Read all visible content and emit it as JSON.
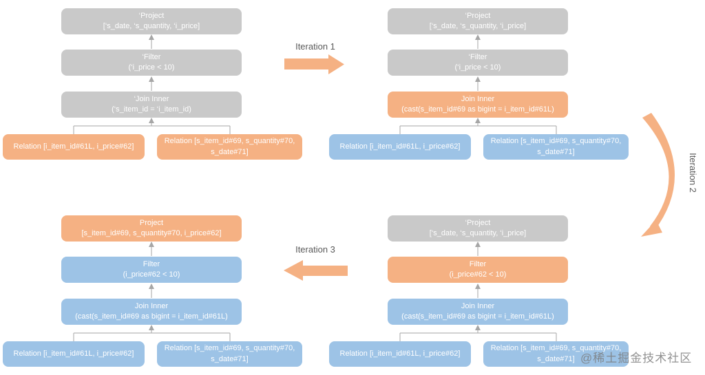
{
  "labels": {
    "iteration1": "Iteration 1",
    "iteration2": "Iteration 2",
    "iteration3": "Iteration 3"
  },
  "watermark": "@稀土掘金技术社区",
  "palette": {
    "unresolved_gray": "#c9c9c9",
    "changed_orange": "#f5b183",
    "resolved_blue": "#9dc3e6",
    "arrow_orange": "#f5b183",
    "connector_gray": "#a6a6a6",
    "label_gray": "#595959"
  },
  "trees": {
    "top_left": {
      "project": {
        "title": "‘Project",
        "detail": "[‘s_date, ‘s_quantity, ‘i_price]",
        "color": "#c9c9c9"
      },
      "filter": {
        "title": "‘Filter",
        "detail": "(‘i_price < 10)",
        "color": "#c9c9c9"
      },
      "join": {
        "title": "‘Join Inner",
        "detail": "(‘s_item_id = ‘i_item_id)",
        "color": "#c9c9c9"
      },
      "relation_left": {
        "text": "Relation [i_item_id#61L, i_price#62]",
        "color": "#f5b183"
      },
      "relation_right": {
        "text": "Relation [s_item_id#69, s_quantity#70, s_date#71]",
        "color": "#f5b183"
      }
    },
    "top_right": {
      "project": {
        "title": "‘Project",
        "detail": "[‘s_date, ‘s_quantity, ‘i_price]",
        "color": "#c9c9c9"
      },
      "filter": {
        "title": "‘Filter",
        "detail": "(‘i_price < 10)",
        "color": "#c9c9c9"
      },
      "join": {
        "title": "Join Inner",
        "detail": "(cast(s_item_id#69 as bigint  = i_item_id#61L)",
        "color": "#f5b183"
      },
      "relation_left": {
        "text": "Relation [i_item_id#61L, i_price#62]",
        "color": "#9dc3e6"
      },
      "relation_right": {
        "text": "Relation [s_item_id#69, s_quantity#70, s_date#71]",
        "color": "#9dc3e6"
      }
    },
    "bottom_left": {
      "project": {
        "title": "Project",
        "detail": "[s_item_id#69, s_quantity#70, i_price#62]",
        "color": "#f5b183"
      },
      "filter": {
        "title": "Filter",
        "detail": "(i_price#62 < 10)",
        "color": "#9dc3e6"
      },
      "join": {
        "title": "Join Inner",
        "detail": "(cast(s_item_id#69 as bigint  = i_item_id#61L)",
        "color": "#9dc3e6"
      },
      "relation_left": {
        "text": "Relation [i_item_id#61L, i_price#62]",
        "color": "#9dc3e6"
      },
      "relation_right": {
        "text": "Relation [s_item_id#69, s_quantity#70, s_date#71]",
        "color": "#9dc3e6"
      }
    },
    "bottom_right": {
      "project": {
        "title": "‘Project",
        "detail": "[‘s_date, ‘s_quantity, ‘i_price]",
        "color": "#c9c9c9"
      },
      "filter": {
        "title": "Filter",
        "detail": "(i_price#62 < 10)",
        "color": "#f5b183"
      },
      "join": {
        "title": "Join Inner",
        "detail": "(cast(s_item_id#69 as bigint  = i_item_id#61L)",
        "color": "#9dc3e6"
      },
      "relation_left": {
        "text": "Relation [i_item_id#61L, i_price#62]",
        "color": "#9dc3e6"
      },
      "relation_right": {
        "text": "Relation [s_item_id#69, s_quantity#70, s_date#71]",
        "color": "#9dc3e6"
      }
    }
  }
}
